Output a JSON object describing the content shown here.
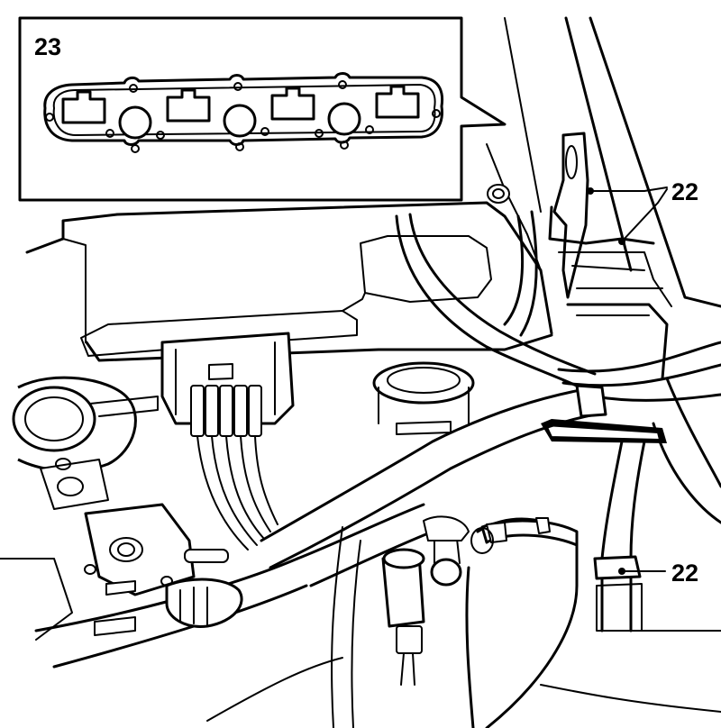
{
  "callouts": {
    "inset_number": "23",
    "part_number_top": "22",
    "part_number_bottom": "22"
  }
}
